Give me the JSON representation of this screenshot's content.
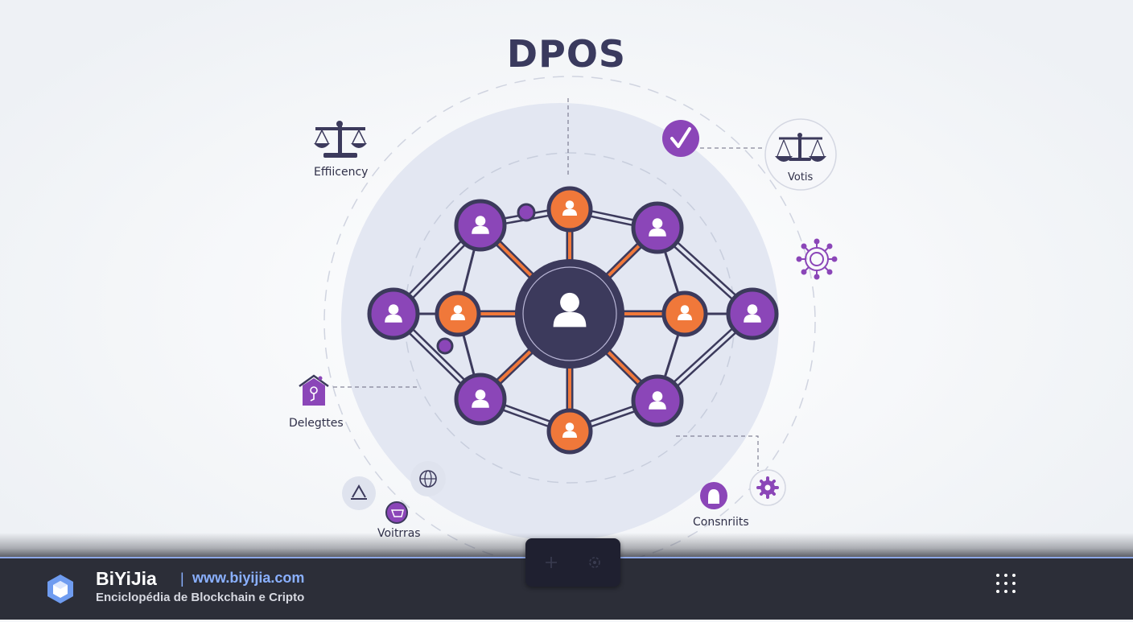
{
  "diagram": {
    "title": "DPOS",
    "labels": {
      "efficiency": "Effiicency",
      "votes": "Votis",
      "delegates": "Delegttes",
      "voters": "Voitrras",
      "constraints": "Consnriits"
    }
  },
  "footer": {
    "brand": "BiYiJia",
    "separator": "|",
    "url": "www.biyijia.com",
    "tagline": "Enciclopédia de Blockchain e Cripto"
  },
  "icons": {
    "center": "user-icon",
    "efficiency": "scale-icon",
    "votes": "scale-icon",
    "check": "check-icon",
    "network": "network-node-icon",
    "delegates": "house-icon",
    "voters": "vote-icon",
    "constraints": "gear-icon",
    "footer_menu": "grid-dots-icon"
  },
  "colors": {
    "dark_navy": "#3c3a5c",
    "purple": "#8b46b8",
    "orange": "#f0783a",
    "accent_blue": "#8ab0ff",
    "footer_bg": "#2c2e38"
  }
}
